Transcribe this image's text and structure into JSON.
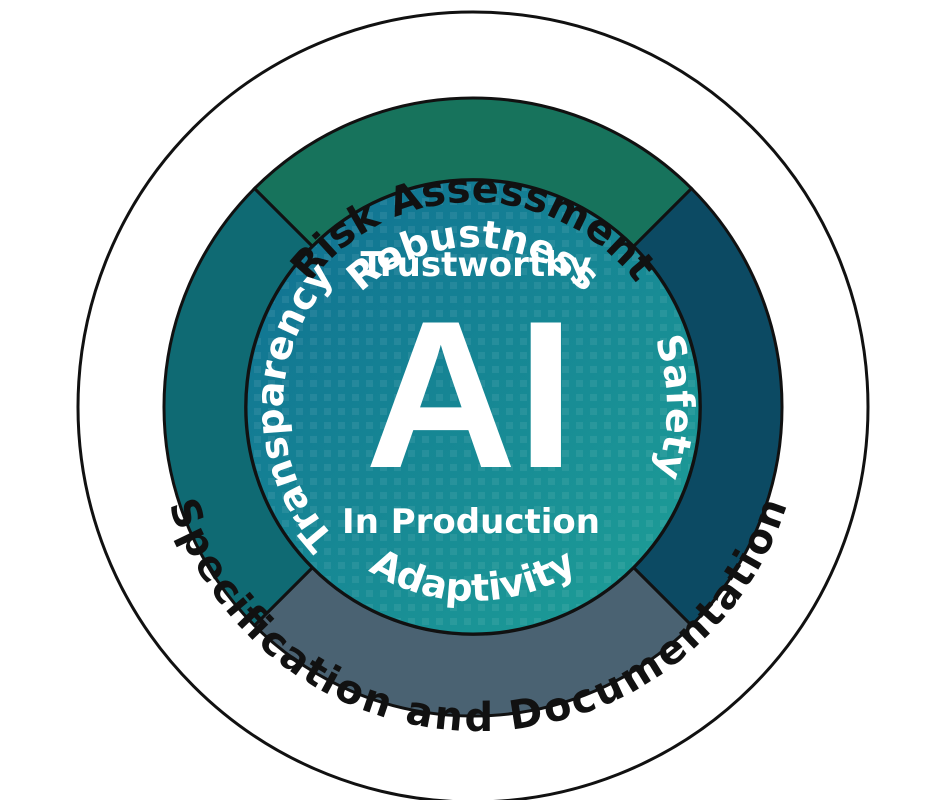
{
  "outer_ring": {
    "top_label": "Risk Assessment",
    "bottom_label": "Specification and Documentation"
  },
  "pillars": {
    "top": "Robustness",
    "right": "Safety",
    "bottom": "Adaptivity",
    "left": "Transparency"
  },
  "core": {
    "line1": "Trustworthy",
    "line2": "AI",
    "line3": "In Production"
  },
  "colors": {
    "top_segment": "#17735c",
    "right_segment": "#0c4a63",
    "bottom_segment": "#4a6272",
    "left_segment": "#0f6a73",
    "core_from": "#0f6e92",
    "core_to": "#1ea197",
    "outline": "#111111"
  }
}
